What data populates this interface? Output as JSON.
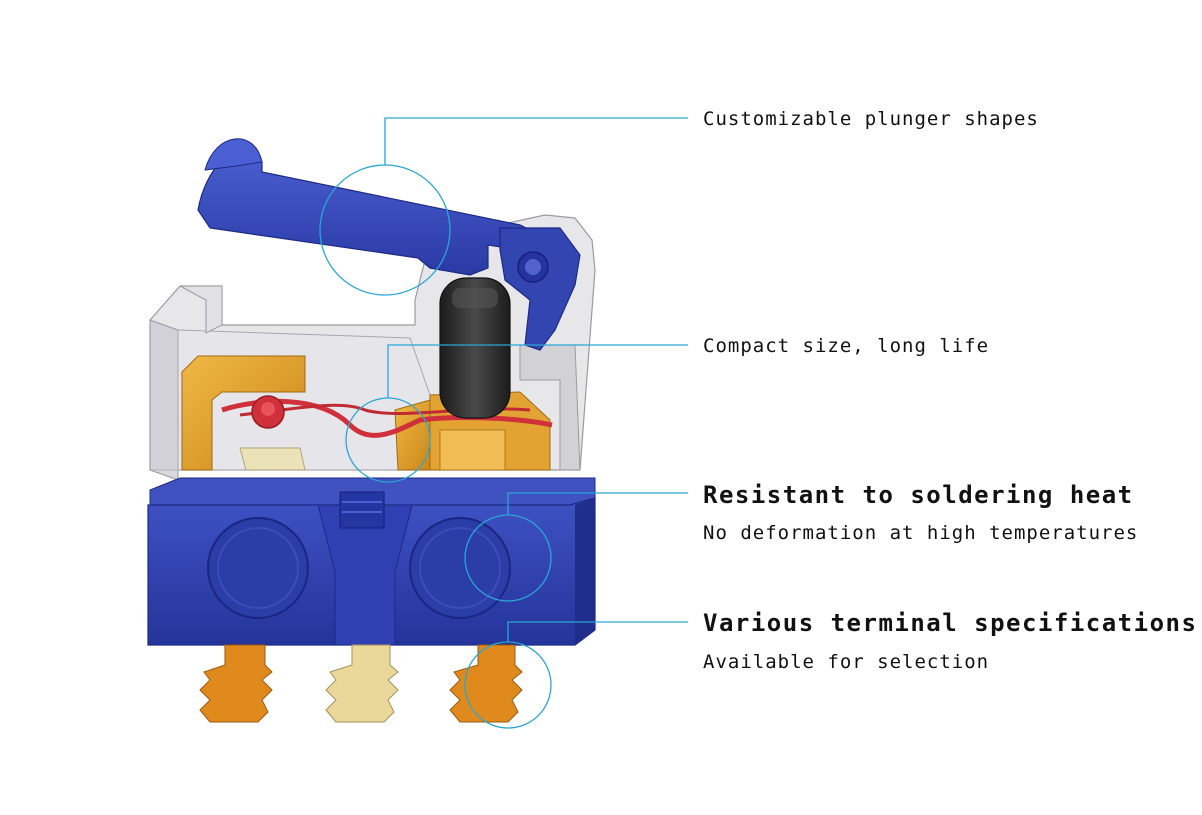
{
  "callouts": [
    {
      "heading": "",
      "text": "Customizable plunger shapes"
    },
    {
      "heading": "",
      "text": "Compact size, long life"
    },
    {
      "heading": "Resistant to soldering heat",
      "text": "No deformation at high temperatures"
    },
    {
      "heading": "Various terminal specifications",
      "text": "Available for selection"
    }
  ],
  "colors": {
    "callout_line": "#2aa6d6",
    "housing_blue": "#2b3da6",
    "lever_blue": "#3245b0",
    "transparent_cover": "#d4d4d8",
    "contact_gold": "#d89a2a",
    "spring_red": "#d0303a",
    "plunger_black": "#2c2c2c",
    "terminal_orange": "#e08a1e",
    "terminal_pale": "#ead79a"
  }
}
